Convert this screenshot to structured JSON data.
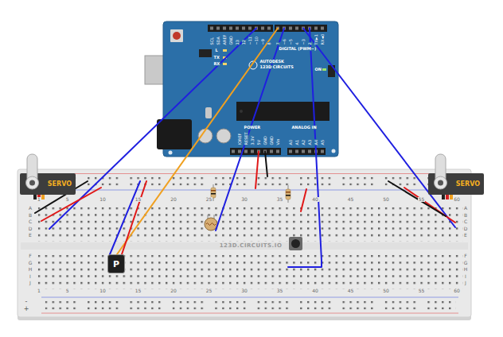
{
  "diagram": {
    "nodes": [
      {
        "text": [
          "SCL",
          "SDA",
          "AREF",
          "GND",
          "13",
          "12",
          "~11",
          "~10",
          "~9",
          "8",
          "7",
          "~6",
          "~5",
          "4",
          "~3",
          "2",
          "TX►1",
          "RX◄0",
          "DIGITAL (PWM~)",
          "L",
          "TX",
          "RX",
          "AUTODESK",
          "123D CIRCUITS",
          "ON",
          "IOREF",
          "RESET",
          "3.3V",
          "5V",
          "GND",
          "GND",
          "Vin",
          "POWER",
          "ANALOG IN",
          "A0",
          "A1",
          "A2",
          "A3",
          "A4",
          "A5"
        ]
      },
      {
        "text": [
          "SERVO"
        ]
      },
      {
        "text": [
          "P"
        ]
      },
      {
        "text": [
          "SERVO"
        ]
      }
    ],
    "labels": [
      "123D.CIRCUITS.IO",
      "1",
      "5",
      "10",
      "15",
      "20",
      "25",
      "30",
      "35",
      "40",
      "45",
      "50",
      "55",
      "60",
      "1",
      "5",
      "10",
      "15",
      "20",
      "25",
      "30",
      "35",
      "40",
      "45",
      "50",
      "55",
      "60",
      "A",
      "B",
      "C",
      "D",
      "E",
      "F",
      "G",
      "H",
      "I",
      "J",
      "A",
      "B",
      "C",
      "D",
      "E",
      "F",
      "G",
      "H",
      "I",
      "J",
      "-",
      "+"
    ]
  }
}
